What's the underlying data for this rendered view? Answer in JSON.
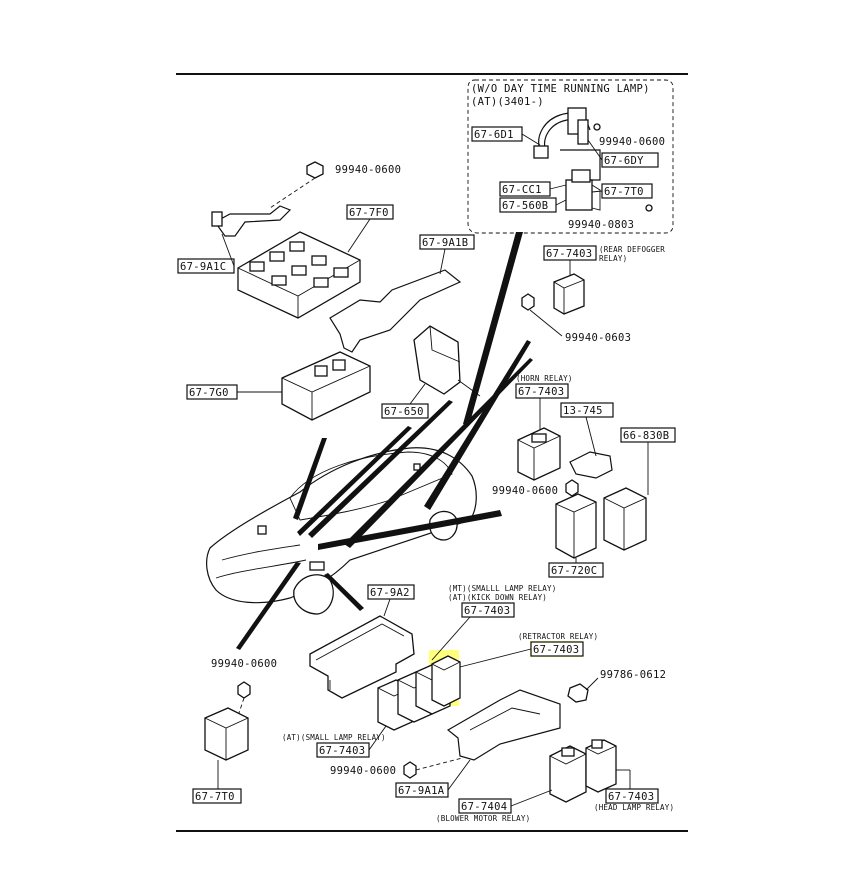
{
  "inset": {
    "title_line1": "(W/O DAY TIME RUNNING LAMP)",
    "title_line2": "(AT)(3401-)"
  },
  "callouts": {
    "c_6D1": "67-6D1",
    "c_6DY": "67-6DY",
    "c_CC1": "67-CC1",
    "c_7T0_inset": "67-7T0",
    "c_560B": "67-560B",
    "c_7F0": "67-7F0",
    "c_9A1C": "67-9A1C",
    "c_9A1B": "67-9A1B",
    "c_7G0": "67-7G0",
    "c_650": "67-650",
    "c_7403_rear": "67-7403",
    "c_7403_horn": "67-7403",
    "c_745": "13-745",
    "c_830B": "66-830B",
    "c_720C": "67-720C",
    "c_9A2": "67-9A2",
    "c_7403_mt": "67-7403",
    "c_7403_retractor": "67-7403",
    "c_7403_small": "67-7403",
    "c_7T0": "67-7T0",
    "c_9A1A": "67-9A1A",
    "c_7404": "67-7404",
    "c_7403_head": "67-7403"
  },
  "bolts": {
    "b1": "99940-0600",
    "b2": "99940-0600",
    "b3": "99940-0803",
    "b4": "99940-0603",
    "b5": "99940-0600",
    "b6": "99940-0600",
    "b7": "99940-0600",
    "b8": "99786-0612"
  },
  "notes": {
    "rear_defogger_1": "(REAR DEFOGGER",
    "rear_defogger_2": "RELAY)",
    "horn": "(HORN RELAY)",
    "mt_small": "(MT)(SMALLL LAMP RELAY)",
    "at_kick": "(AT)(KICK DOWN RELAY)",
    "retractor": "(RETRACTOR RELAY)",
    "at_small": "(AT)(SMALL LAMP RELAY)",
    "blower": "(BLOWER MOTOR RELAY)",
    "head": "(HEAD LAMP RELAY)"
  },
  "colors": {
    "highlight": "#ffff66",
    "ink": "#111111",
    "background": "#ffffff"
  }
}
